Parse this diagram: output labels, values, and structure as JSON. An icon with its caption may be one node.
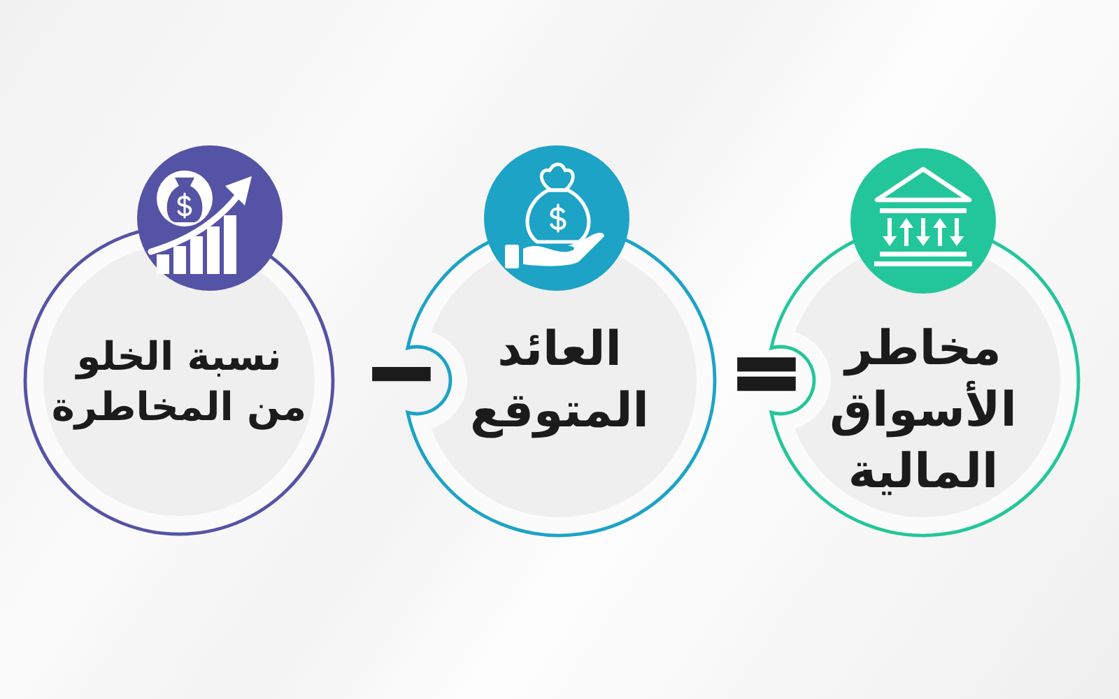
{
  "diagram": {
    "nodes": [
      {
        "text": [
          "مخاطر الأسواق المالية"
        ]
      },
      {
        "text": [
          "العائد المتوقع"
        ]
      },
      {
        "text": [
          "نسبة الخلو من المخاطرة"
        ]
      }
    ],
    "labels": [
      "=",
      "−"
    ]
  }
}
